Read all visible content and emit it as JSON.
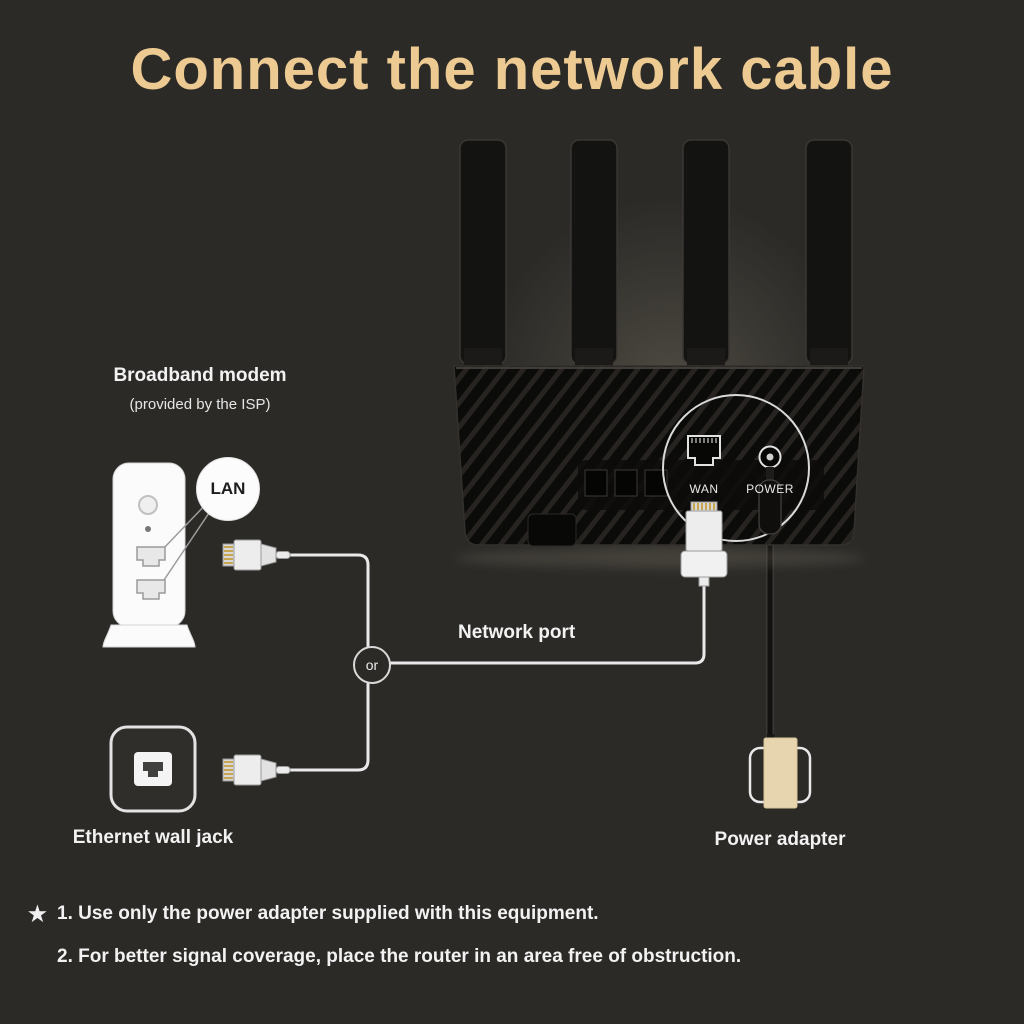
{
  "title": "Connect the network cable",
  "router": {
    "wan_label": "WAN",
    "power_label": "POWER"
  },
  "modem": {
    "label": "Broadband modem",
    "sublabel": "(provided by the ISP)",
    "lan_badge": "LAN"
  },
  "cabling": {
    "or_label": "or",
    "network_port_label": "Network port"
  },
  "wall_jack": {
    "label": "Ethernet wall jack"
  },
  "power_adapter": {
    "label": "Power adapter"
  },
  "notes": {
    "star": "★",
    "line1": "1. Use only the power adapter supplied with this equipment.",
    "line2": "2. For better signal coverage, place the router in an area free of obstruction."
  },
  "colors": {
    "background": "#2b2a27",
    "title_gold": "#ecca92",
    "text_white": "#f2f2f2",
    "cable_light": "#e9e9e9",
    "adapter_tan": "#e6d5ae"
  }
}
